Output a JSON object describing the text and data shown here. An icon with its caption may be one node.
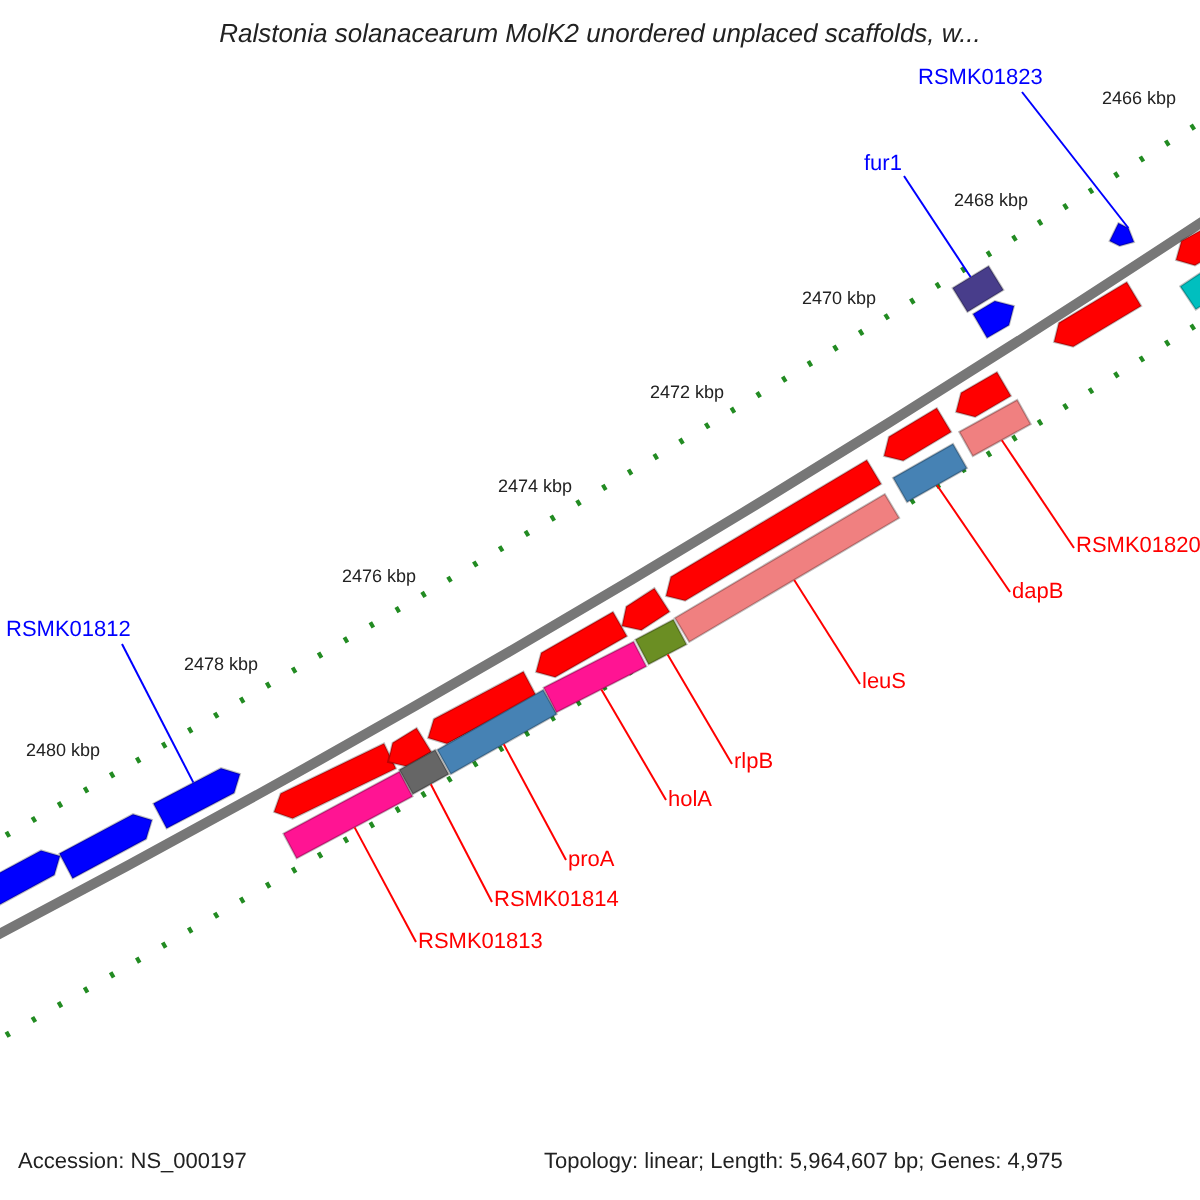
{
  "diagram": {
    "title": "Ralstonia solanacearum MolK2 unordered unplaced scaffolds, w...",
    "nodes": [
      {
        "text": [
          "RSMK01823"
        ]
      },
      {
        "text": [
          "fur1"
        ]
      },
      {
        "text": [
          "RSMK01812"
        ]
      },
      {
        "text": [
          "RSMK01820"
        ]
      },
      {
        "text": [
          "dapB"
        ]
      },
      {
        "text": [
          "leuS"
        ]
      },
      {
        "text": [
          "rlpB"
        ]
      },
      {
        "text": [
          "holA"
        ]
      },
      {
        "text": [
          "proA"
        ]
      },
      {
        "text": [
          "RSMK01814"
        ]
      },
      {
        "text": [
          "RSMK01813"
        ]
      },
      {
        "text": [],
        "shape": "bar"
      },
      {
        "text": [],
        "shape": "bar"
      },
      {
        "text": [],
        "shape": "bar"
      },
      {
        "text": [],
        "shape": "bar"
      },
      {
        "text": [],
        "shape": "bar"
      },
      {
        "text": [],
        "shape": "bar"
      },
      {
        "text": [],
        "shape": "bar"
      },
      {
        "text": [],
        "shape": "bar"
      },
      {
        "text": [],
        "shape": "bar"
      },
      {
        "text": [],
        "shape": "bar"
      },
      {
        "text": [],
        "shape": "bar"
      },
      {
        "text": [],
        "shape": "bar"
      },
      {
        "text": [],
        "shape": "bar"
      },
      {
        "text": [],
        "shape": "bar"
      },
      {
        "text": [],
        "shape": "bar"
      },
      {
        "text": [],
        "shape": "bar"
      },
      {
        "text": [],
        "shape": "bar"
      },
      {
        "text": [],
        "shape": "bar"
      },
      {
        "text": [],
        "shape": "bar"
      },
      {
        "text": [],
        "shape": "bar"
      },
      {
        "text": [],
        "shape": "bar"
      },
      {
        "text": [],
        "shape": "bar"
      },
      {
        "text": [],
        "shape": "bar"
      },
      {
        "text": [],
        "shape": "bar"
      }
    ],
    "edges": [
      {
        "from": 0,
        "to": 11,
        "arrow": "none",
        "color": "#0000ff"
      },
      {
        "from": 1,
        "to": 12,
        "arrow": "none",
        "color": "#0000ff"
      },
      {
        "from": 2,
        "to": 13,
        "arrow": "none",
        "color": "#0000ff"
      },
      {
        "from": 3,
        "to": 14,
        "arrow": "none"
      },
      {
        "from": 4,
        "to": 15,
        "arrow": "none"
      },
      {
        "from": 5,
        "to": 16,
        "arrow": "none"
      },
      {
        "from": 6,
        "to": 17,
        "arrow": "none"
      },
      {
        "from": 7,
        "to": 18,
        "arrow": "none"
      },
      {
        "from": 8,
        "to": 19,
        "arrow": "none"
      },
      {
        "from": 9,
        "to": 20,
        "arrow": "none"
      },
      {
        "from": 10,
        "to": 21,
        "arrow": "none"
      }
    ],
    "labels": [
      "2466 kbp",
      "2468 kbp",
      "2470 kbp",
      "2472 kbp",
      "2474 kbp",
      "2476 kbp",
      "2478 kbp",
      "2480 kbp",
      "Accession: NS_000197",
      "Topology: linear; Length: 5,964,607 bp; Genes: 4,975"
    ]
  }
}
